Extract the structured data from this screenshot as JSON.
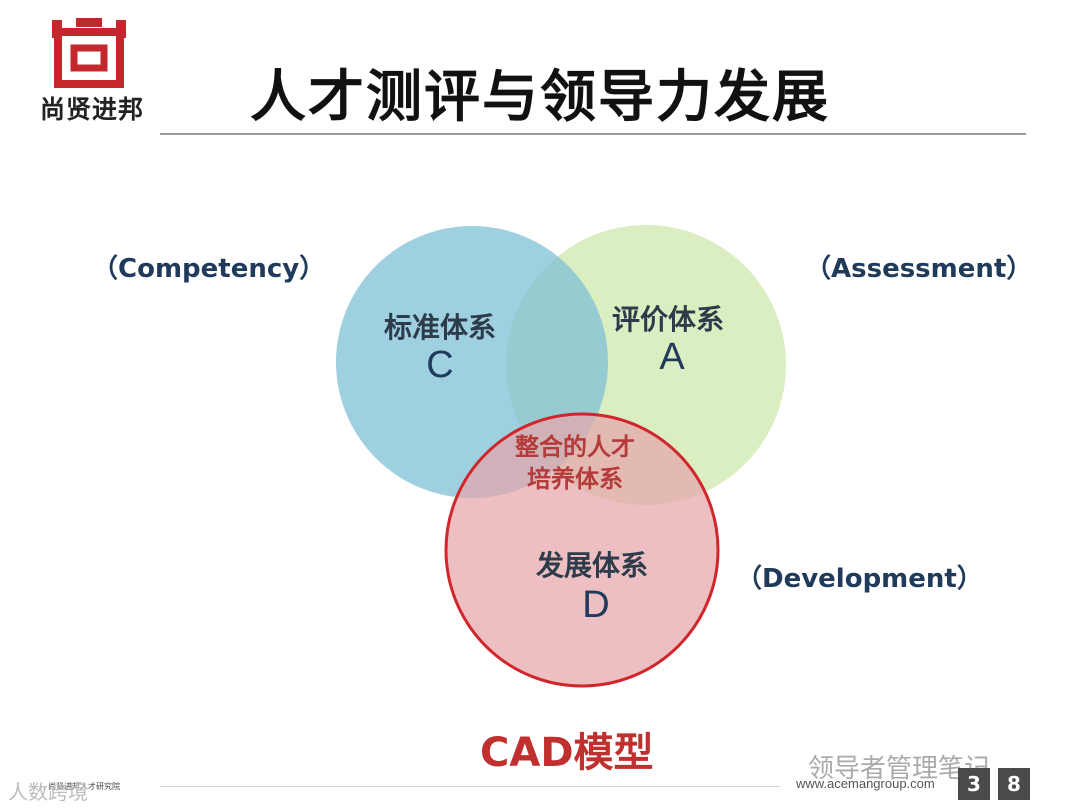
{
  "header": {
    "logo_text": "尚贤进邦",
    "title": "人才测评与领导力发展"
  },
  "diagram": {
    "circle_c": {
      "cn": "标准体系",
      "letter": "C",
      "en": "（Competency）",
      "color": "#7fc0d6"
    },
    "circle_a": {
      "cn": "评价体系",
      "letter": "A",
      "en": "（Assessment）",
      "color": "#d4ebb6"
    },
    "circle_d": {
      "cn": "发展体系",
      "letter": "D",
      "en": "（Development）",
      "color": "#e6a6aa",
      "stroke": "#d0262c"
    },
    "center_line1": "整合的人才",
    "center_line2": "培养体系",
    "model_label": "CAD模型"
  },
  "footer": {
    "url": "www.acemangroup.com",
    "page_digit_1": "3",
    "page_digit_2": "8",
    "watermark_right": "领导者管理笔记",
    "watermark_left": "人数跨境",
    "tiny_text": "尚贤进邦人才研究院"
  }
}
